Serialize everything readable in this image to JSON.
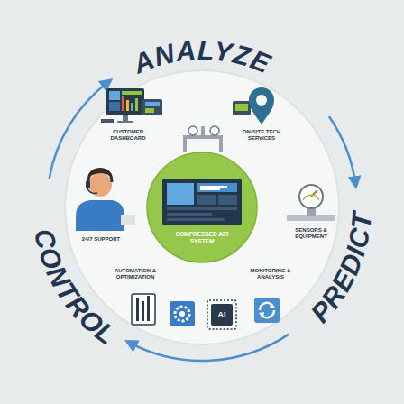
{
  "diagram": {
    "nodes": [
      {
        "text": [
          "COMPRESSED AIR SYSTEM"
        ]
      }
    ],
    "labels": [
      "ANALYZE",
      "CUSTOMER DASHBOARD",
      "ON-SITE TECH SERVICES",
      "24/7 SUPPORT",
      "SENSORS & EQUIPMENT",
      "AUTOMATION & OPTIMIZATION",
      "MONITORING & ANALYSIS",
      "AI",
      "PREDICT",
      "CONTROL"
    ]
  }
}
